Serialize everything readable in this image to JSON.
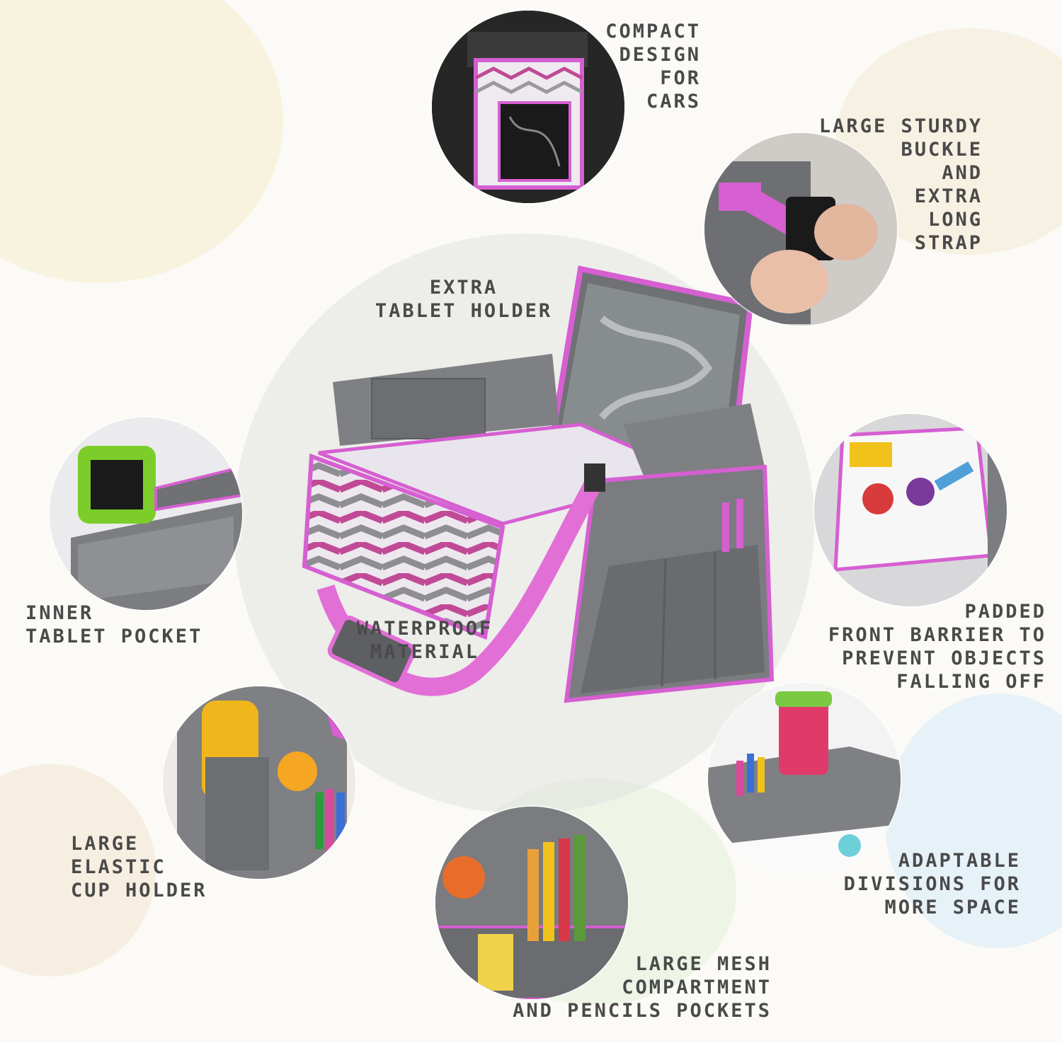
{
  "colors": {
    "accent_pink": "#d65fd1",
    "tray_gray": "#7b7d80",
    "tray_dark": "#5f6164",
    "label_text": "#4a4a4a"
  },
  "features": {
    "compact": [
      "COMPACT",
      "DESIGN",
      "FOR",
      "CARS"
    ],
    "buckle": [
      "LARGE STURDY",
      "BUCKLE",
      "AND",
      "EXTRA",
      "LONG",
      "STRAP"
    ],
    "tablet_holder": [
      "EXTRA",
      "TABLET HOLDER"
    ],
    "inner_pocket": [
      "INNER",
      "TABLET POCKET"
    ],
    "waterproof": [
      "WATERPROOF",
      "MATERIAL"
    ],
    "front_barrier": [
      "PADDED",
      "FRONT BARRIER TO",
      "PREVENT OBJECTS",
      "FALLING OFF"
    ],
    "cup_holder": [
      "LARGE",
      "ELASTIC",
      "CUP HOLDER"
    ],
    "divisions": [
      "ADAPTABLE",
      "DIVISIONS FOR",
      "MORE SPACE"
    ],
    "mesh": [
      "LARGE MESH",
      "COMPARTMENT",
      "AND PENCILS POCKETS"
    ]
  }
}
